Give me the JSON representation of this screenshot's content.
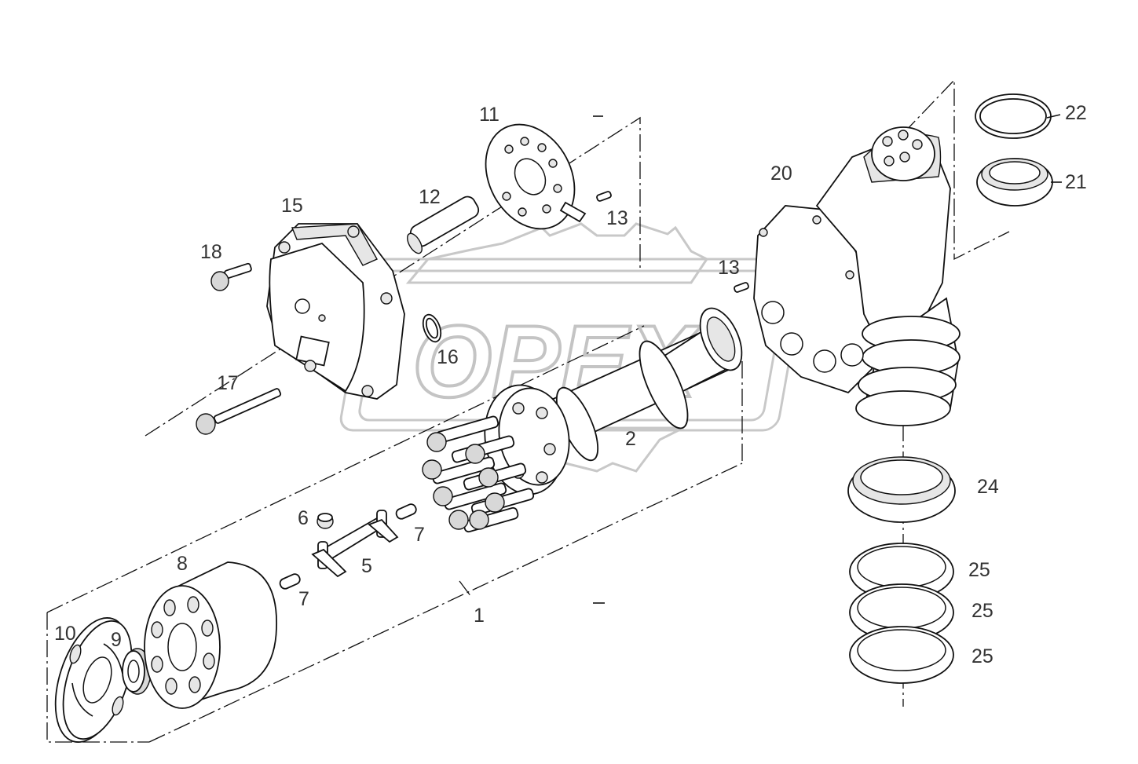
{
  "diagram": {
    "type": "exploded parts diagram",
    "watermark": "OPEX",
    "callouts": [
      {
        "id": "c1",
        "label": "1"
      },
      {
        "id": "c2",
        "label": "2"
      },
      {
        "id": "c5",
        "label": "5"
      },
      {
        "id": "c6",
        "label": "6"
      },
      {
        "id": "c7a",
        "label": "7"
      },
      {
        "id": "c7b",
        "label": "7"
      },
      {
        "id": "c8",
        "label": "8"
      },
      {
        "id": "c9",
        "label": "9"
      },
      {
        "id": "c10",
        "label": "10"
      },
      {
        "id": "c11",
        "label": "11"
      },
      {
        "id": "c12",
        "label": "12"
      },
      {
        "id": "c13a",
        "label": "13"
      },
      {
        "id": "c13b",
        "label": "13"
      },
      {
        "id": "c15",
        "label": "15"
      },
      {
        "id": "c16",
        "label": "16"
      },
      {
        "id": "c17",
        "label": "17"
      },
      {
        "id": "c18",
        "label": "18"
      },
      {
        "id": "c20",
        "label": "20"
      },
      {
        "id": "c21",
        "label": "21"
      },
      {
        "id": "c22",
        "label": "22"
      },
      {
        "id": "c24",
        "label": "24"
      },
      {
        "id": "c25a",
        "label": "25"
      },
      {
        "id": "c25b",
        "label": "25"
      },
      {
        "id": "c25c",
        "label": "25"
      }
    ]
  }
}
